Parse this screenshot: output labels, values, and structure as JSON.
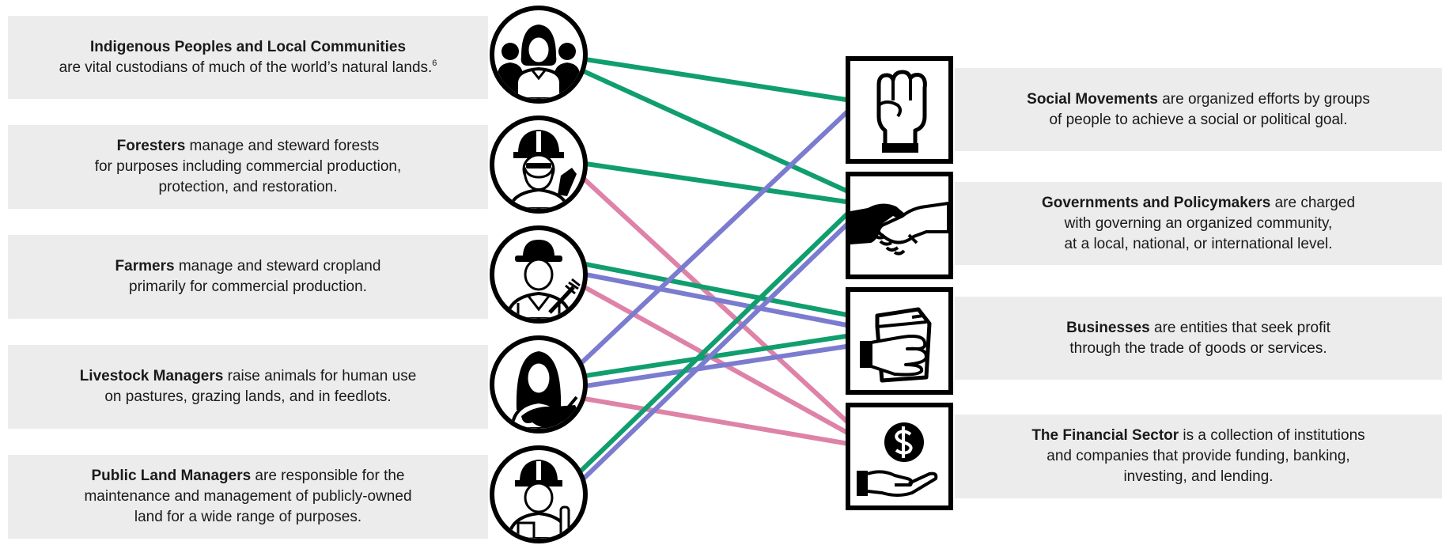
{
  "actors": [
    {
      "id": "indigenous",
      "name": "Indigenous Peoples and Local Communities",
      "lines": [
        "are vital custodians of much of the world’s natural lands."
      ],
      "footnote": "6",
      "icon": "community-icon"
    },
    {
      "id": "foresters",
      "name": "Foresters",
      "lines": [
        " manage and steward forests",
        "for purposes including commercial production,",
        "protection, and restoration."
      ],
      "icon": "forester-icon"
    },
    {
      "id": "farmers",
      "name": "Farmers",
      "lines": [
        " manage and steward cropland",
        "primarily for commercial production."
      ],
      "icon": "farmer-icon"
    },
    {
      "id": "livestock",
      "name": "Livestock Managers",
      "lines": [
        " raise animals for human use",
        "on pastures, grazing lands, and in feedlots."
      ],
      "icon": "livestock-manager-icon"
    },
    {
      "id": "public",
      "name": "Public Land Managers",
      "lines": [
        " are responsible for the",
        "maintenance and management of publicly-owned",
        "land for a wide range of purposes."
      ],
      "icon": "public-land-manager-icon"
    }
  ],
  "targets": [
    {
      "id": "social",
      "name": "Social Movements",
      "lines": [
        " are organized efforts by groups",
        "of people to achieve a social or political goal."
      ],
      "icon": "raised-fist-icon"
    },
    {
      "id": "gov",
      "name": "Governments and Policymakers",
      "lines": [
        " are charged",
        "with governing an organized community,",
        "at a local, national, or international level."
      ],
      "icon": "handshake-icon"
    },
    {
      "id": "biz",
      "name": "Businesses",
      "lines": [
        " are entities that seek profit",
        "through the trade of goods or services."
      ],
      "icon": "package-in-hand-icon"
    },
    {
      "id": "fin",
      "name": "The Financial Sector",
      "lines": [
        " is a collection of institutions",
        "and companies that provide funding, banking,",
        "investing, and lending."
      ],
      "icon": "dollar-in-hand-icon"
    }
  ],
  "colors": {
    "green": "#109e6e",
    "purple": "#7b7bd0",
    "pink": "#de82a8",
    "box": "#ececec",
    "ink": "#000000"
  },
  "connections": [
    {
      "from": "indigenous",
      "to": "social",
      "color": "green"
    },
    {
      "from": "indigenous",
      "to": "gov",
      "color": "green"
    },
    {
      "from": "foresters",
      "to": "gov",
      "color": "green"
    },
    {
      "from": "foresters",
      "to": "fin",
      "color": "pink"
    },
    {
      "from": "farmers",
      "to": "biz",
      "color": "green"
    },
    {
      "from": "farmers",
      "to": "biz",
      "color": "purple"
    },
    {
      "from": "farmers",
      "to": "fin",
      "color": "pink"
    },
    {
      "from": "livestock",
      "to": "social",
      "color": "purple"
    },
    {
      "from": "livestock",
      "to": "biz",
      "color": "green"
    },
    {
      "from": "livestock",
      "to": "biz",
      "color": "purple"
    },
    {
      "from": "livestock",
      "to": "fin",
      "color": "pink"
    },
    {
      "from": "public",
      "to": "gov",
      "color": "green"
    },
    {
      "from": "public",
      "to": "gov",
      "color": "purple"
    }
  ]
}
